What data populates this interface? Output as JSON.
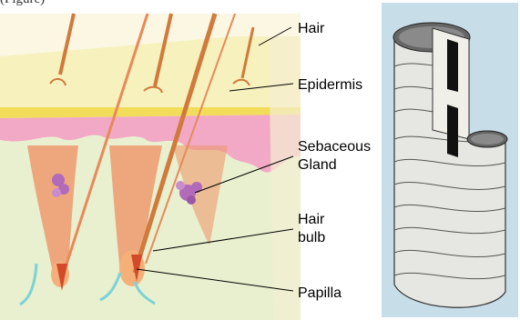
{
  "caption": "(Figure)",
  "labels": {
    "hair": "Hair",
    "epidermis": "Epidermis",
    "sebaceous_line1": "Sebaceous",
    "sebaceous_line2": "Gland",
    "bulb_line1": "Hair",
    "bulb_line2": "bulb",
    "papilla": "Papilla"
  },
  "colors": {
    "panel_bg": "#fbf7e3",
    "epidermis": "#f6f0b8",
    "dermis_pink": "#f1a9c5",
    "dermis_lower": "#e8f0cf",
    "follicle": "#ee9a6e",
    "hair": "#d07a3c",
    "gland": "#b26bb9",
    "shaft_bg": "#c7dde7"
  }
}
